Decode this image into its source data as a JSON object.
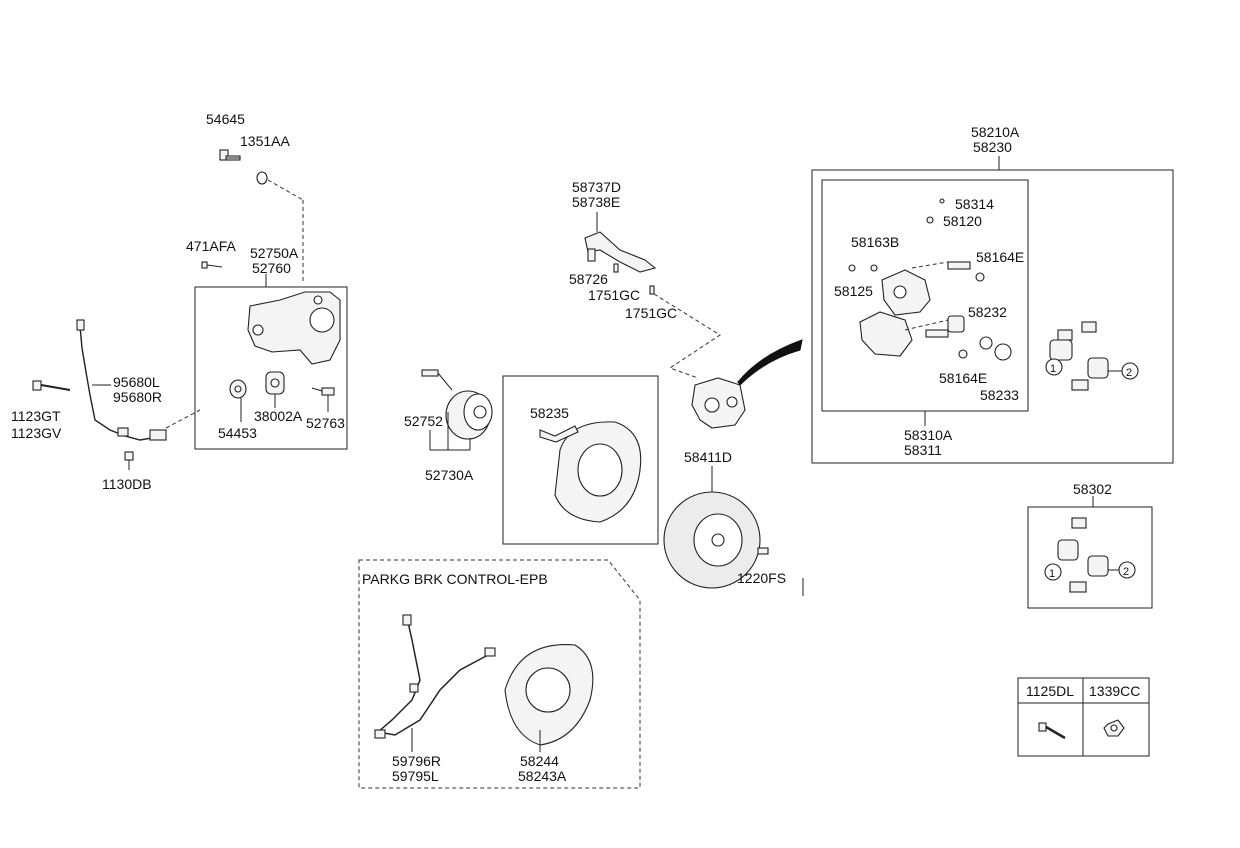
{
  "labels": {
    "p54645": "54645",
    "p1351AA": "1351AA",
    "p471AFA": "471AFA",
    "p52750A": "52750A",
    "p52760": "52760",
    "p95680L": "95680L",
    "p95680R": "95680R",
    "p1123GT": "1123GT",
    "p1123GV": "1123GV",
    "p38002A": "38002A",
    "p52763": "52763",
    "p54453": "54453",
    "p1130DB": "1130DB",
    "p58737D": "58737D",
    "p58738E": "58738E",
    "p58726": "58726",
    "p1751GC_a": "1751GC",
    "p1751GC_b": "1751GC",
    "p52752": "52752",
    "p52730A": "52730A",
    "p58235": "58235",
    "p58411D": "58411D",
    "p1220FS": "1220FS",
    "p58210A": "58210A",
    "p58230": "58230",
    "p58314": "58314",
    "p58120": "58120",
    "p58163B": "58163B",
    "p58164E_a": "58164E",
    "p58125": "58125",
    "p58232": "58232",
    "p58164E_b": "58164E",
    "p58233": "58233",
    "p58310A": "58310A",
    "p58311": "58311",
    "p58302": "58302",
    "circle1": "1",
    "circle2": "2",
    "epb_title": "PARKG BRK CONTROL-EPB",
    "p59796R": "59796R",
    "p59795L": "59795L",
    "p58244": "58244",
    "p58243A": "58243A",
    "table_col1": "1125DL",
    "table_col2": "1339CC"
  }
}
